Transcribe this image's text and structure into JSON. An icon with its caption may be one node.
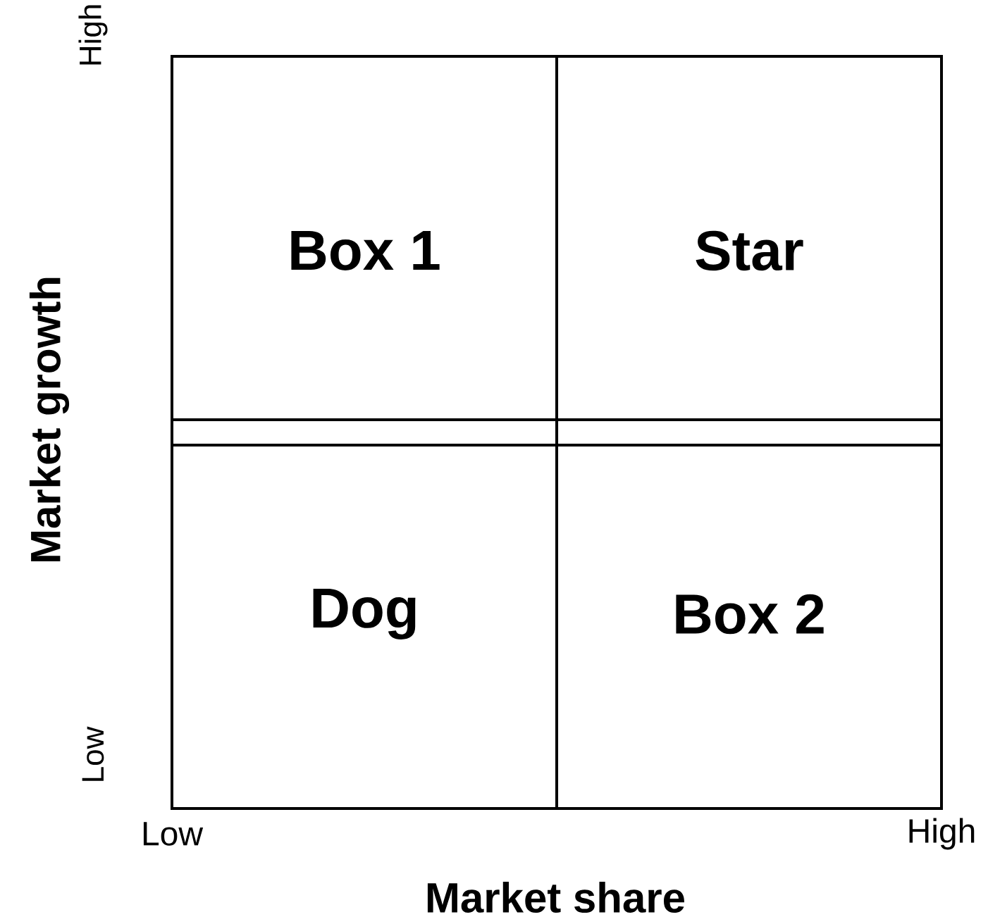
{
  "diagram": {
    "nodes": [
      {
        "text": [
          "Box 1"
        ]
      },
      {
        "text": [
          "Star"
        ]
      },
      {
        "text": [
          "Dog"
        ]
      },
      {
        "text": [
          "Box 2"
        ]
      }
    ],
    "labels": [
      "High",
      "Market growth",
      "Low",
      "Low",
      "High",
      "Market share"
    ]
  }
}
